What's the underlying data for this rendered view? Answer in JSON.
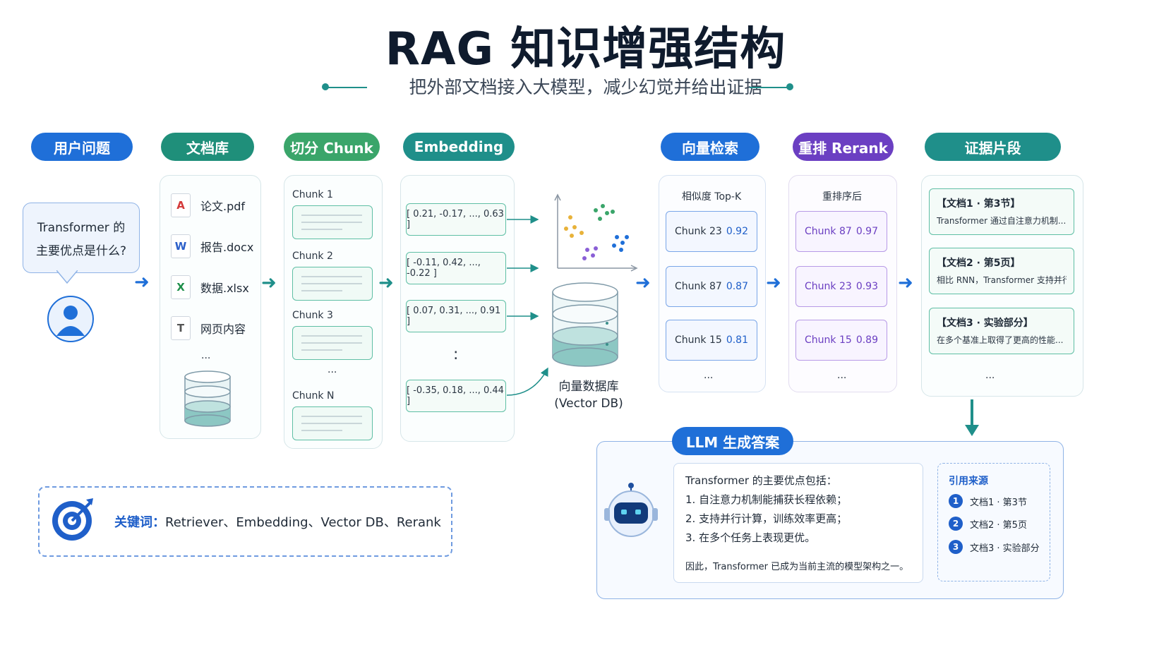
{
  "title": "RAG 知识增强结构",
  "subtitle": "把外部文档接入大模型，减少幻觉并给出证据",
  "stages": {
    "user": "用户问题",
    "docs": "文档库",
    "chunk": "切分 Chunk",
    "embedding": "Embedding",
    "retrieval": "向量检索",
    "rerank": "重排 Rerank",
    "evidence": "证据片段",
    "llm": "LLM 生成答案"
  },
  "question": {
    "line1": "Transformer 的",
    "line2": "主要优点是什么?"
  },
  "documents": [
    {
      "icon": "pdf-icon",
      "name": "论文.pdf"
    },
    {
      "icon": "word-icon",
      "name": "报告.docx"
    },
    {
      "icon": "excel-icon",
      "name": "数据.xlsx"
    },
    {
      "icon": "text-icon",
      "name": "网页内容"
    }
  ],
  "documents_more": "...",
  "chunks": [
    "Chunk 1",
    "Chunk 2",
    "Chunk 3",
    "Chunk N"
  ],
  "chunks_more": "...",
  "vectors": [
    "[ 0.21, -0.17, ..., 0.63 ]",
    "[ -0.11, 0.42, ..., -0.22 ]",
    "[ 0.07, 0.31, ..., 0.91 ]",
    "[ -0.35, 0.18, ..., 0.44 ]"
  ],
  "vectors_more": ":",
  "vector_db": {
    "line1": "向量数据库",
    "line2": "(Vector DB)"
  },
  "retrieval": {
    "header": "相似度 Top-K",
    "items": [
      {
        "chunk": "Chunk 23",
        "score": "0.92"
      },
      {
        "chunk": "Chunk 87",
        "score": "0.87"
      },
      {
        "chunk": "Chunk 15",
        "score": "0.81"
      }
    ],
    "more": "..."
  },
  "rerank": {
    "header": "重排序后",
    "items": [
      {
        "chunk": "Chunk 87",
        "score": "0.97"
      },
      {
        "chunk": "Chunk 23",
        "score": "0.93"
      },
      {
        "chunk": "Chunk 15",
        "score": "0.89"
      }
    ],
    "more": "..."
  },
  "evidence": [
    {
      "title": "【文档1 · 第3节】",
      "text": "Transformer 通过自注意力机制..."
    },
    {
      "title": "【文档2 · 第5页】",
      "text": "相比 RNN，Transformer 支持并行..."
    },
    {
      "title": "【文档3 · 实验部分】",
      "text": "在多个基准上取得了更高的性能..."
    }
  ],
  "evidence_more": "...",
  "answer": {
    "intro": "Transformer 的主要优点包括：",
    "points": [
      "1. 自注意力机制能捕获长程依赖；",
      "2. 支持并行计算，训练效率更高；",
      "3. 在多个任务上表现更优。"
    ],
    "conclusion": "因此，Transformer 已成为当前主流的模型架构之一。"
  },
  "citations": {
    "title": "引用来源",
    "items": [
      {
        "num": "1",
        "text": "文档1 · 第3节"
      },
      {
        "num": "2",
        "text": "文档2 · 第5页"
      },
      {
        "num": "3",
        "text": "文档3 · 实验部分"
      }
    ]
  },
  "keywords": {
    "label": "关键词：",
    "text": "Retriever、Embedding、Vector DB、Rerank"
  },
  "colors": {
    "blue": "#1f6fd8",
    "teal": "#1f8f8a",
    "green": "#3aa56a",
    "purple": "#6b3fc2"
  }
}
